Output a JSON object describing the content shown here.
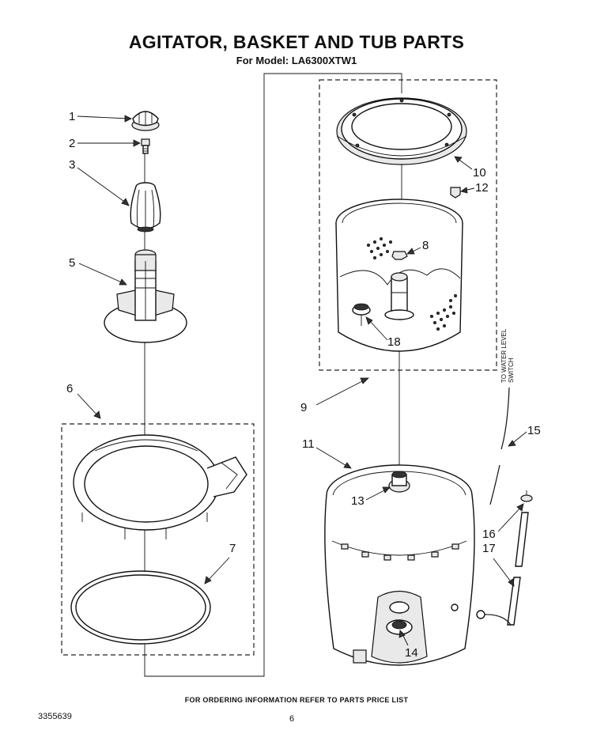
{
  "header": {
    "title": "AGITATOR, BASKET AND TUB PARTS",
    "subtitle": "For Model: LA6300XTW1"
  },
  "callouts": {
    "c1": "1",
    "c2": "2",
    "c3": "3",
    "c5": "5",
    "c6": "6",
    "c7": "7",
    "c8": "8",
    "c9": "9",
    "c10": "10",
    "c11": "11",
    "c12": "12",
    "c13": "13",
    "c14": "14",
    "c15": "15",
    "c16": "16",
    "c17": "17",
    "c18": "18"
  },
  "side_label": {
    "line1": "TO WATER LEVEL",
    "line2": "SWITCH"
  },
  "footer": {
    "note": "FOR ORDERING INFORMATION REFER TO PARTS PRICE LIST",
    "doc_number": "3355639",
    "page_number": "6"
  }
}
